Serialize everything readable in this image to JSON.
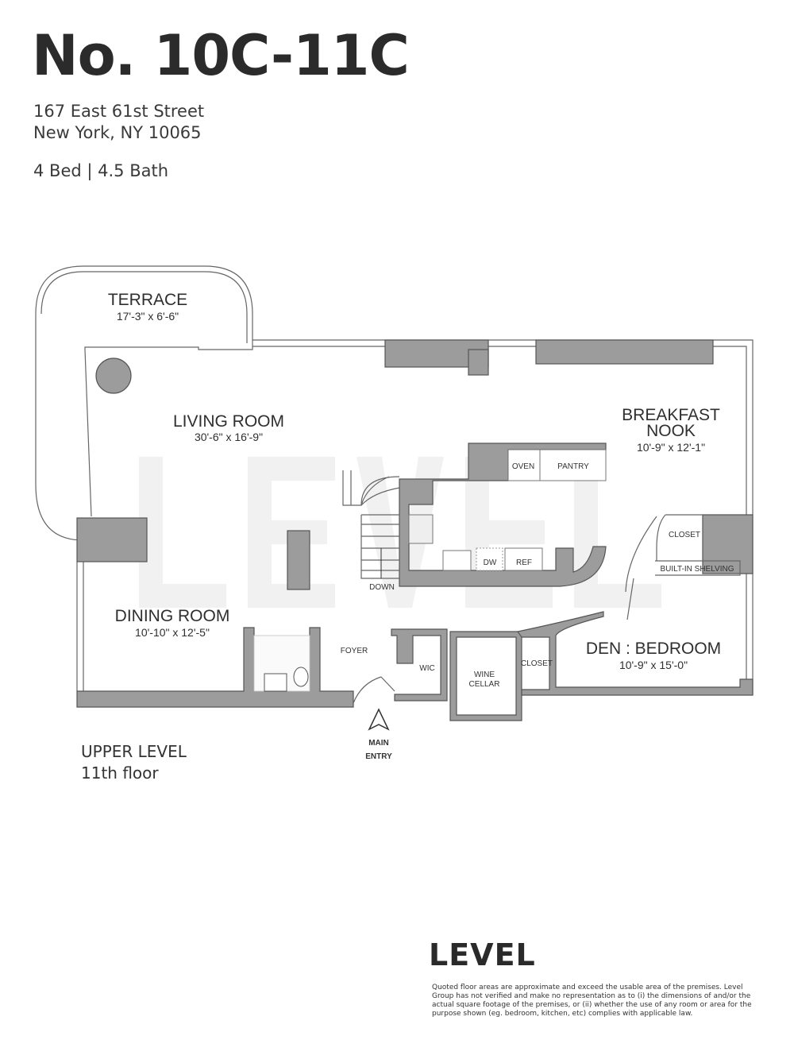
{
  "header": {
    "title": "No. 10C-11C",
    "address_line1": "167 East 61st Street",
    "address_line2": "New York, NY 10065",
    "beds_baths": "4 Bed | 4.5 Bath"
  },
  "floorplan": {
    "watermark": "LEVEL",
    "rooms": {
      "terrace": {
        "name": "TERRACE",
        "dims": "17'-3\" x 6'-6\""
      },
      "living": {
        "name": "LIVING ROOM",
        "dims": "30'-6\" x 16'-9\""
      },
      "breakfast": {
        "name1": "BREAKFAST",
        "name2": "NOOK",
        "dims": "10'-9\" x 12'-1\""
      },
      "dining": {
        "name": "DINING ROOM",
        "dims": "10'-10\" x 12'-5\""
      },
      "den": {
        "name": "DEN : BEDROOM",
        "dims": "10'-9\" x 15'-0\""
      }
    },
    "labels": {
      "oven": "OVEN",
      "pantry": "PANTRY",
      "dw": "DW",
      "ref": "REF",
      "down": "DOWN",
      "closet1": "CLOSET",
      "shelving": "BUILT-IN SHELVING",
      "foyer": "FOYER",
      "wic": "WIC",
      "wine1": "WINE",
      "wine2": "CELLAR",
      "closet2": "CLOSET",
      "entry1": "MAIN",
      "entry2": "ENTRY"
    },
    "level_name": "UPPER LEVEL",
    "floor": "11th floor"
  },
  "footer": {
    "logo": "LEVEL",
    "disclaimer": "Quoted floor areas are approximate and exceed the usable area of the premises. Level Group has not verified and make no representation as to (i) the dimensions of and/or the actual square footage of the premises, or (ii) whether the use of any room or area for the purpose shown (eg. bedroom, kitchen, etc) complies with applicable law."
  }
}
